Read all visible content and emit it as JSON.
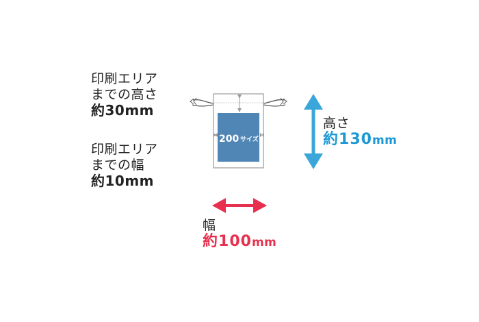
{
  "print_height_note": {
    "line1": "印刷エリア",
    "line2": "までの高さ",
    "prefix": "約",
    "value": "30mm"
  },
  "print_width_note": {
    "line1": "印刷エリア",
    "line2": "までの幅",
    "prefix": "約",
    "value": "10mm"
  },
  "bag_height": {
    "label": "高さ",
    "prefix": "約",
    "value": "130",
    "unit": "mm"
  },
  "bag_width": {
    "label": "幅",
    "prefix": "約",
    "value": "100",
    "unit": "mm"
  },
  "print_area": {
    "size_number": "200",
    "size_suffix": "サイズ"
  },
  "colors": {
    "print_area": "#4f86b6",
    "height_arrow": "#3aa6d9",
    "width_arrow": "#e8304e",
    "bag_outline": "#9a9a9a"
  }
}
